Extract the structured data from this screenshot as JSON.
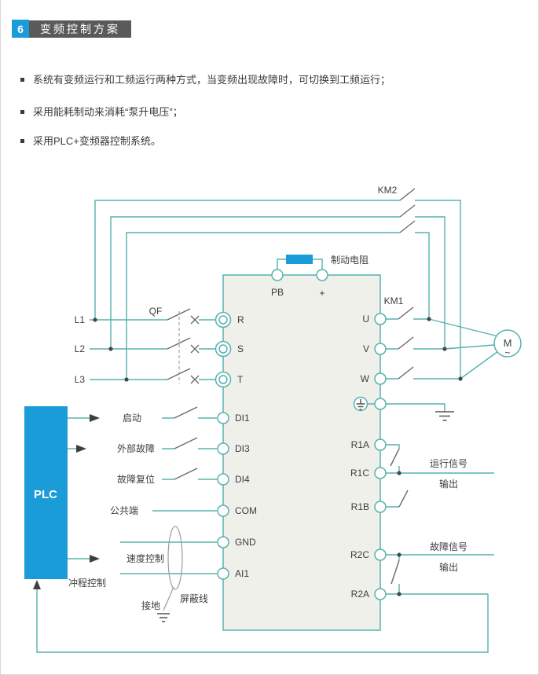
{
  "header": {
    "number": "6",
    "title": "变频控制方案"
  },
  "bullets": [
    "系统有变频运行和工频运行两种方式，当变频出现故障时，可切换到工频运行；",
    "采用能耗制动来消耗“泵升电压”；",
    "采用PLC+变频器控制系统。"
  ],
  "diagram": {
    "contactors": {
      "km2": "KM2",
      "km1": "KM1"
    },
    "breaker": "QF",
    "brake_resistor": "制动电阻",
    "supply_lines": [
      "L1",
      "L2",
      "L3"
    ],
    "inverter": {
      "top_terminals": [
        "PB",
        "+"
      ],
      "left_terminals": [
        "R",
        "S",
        "T",
        "DI1",
        "DI3",
        "DI4",
        "COM",
        "GND",
        "AI1"
      ],
      "right_terminals": [
        "U",
        "V",
        "W",
        "R1A",
        "R1C",
        "R1B",
        "R2C",
        "R2A"
      ]
    },
    "plc": "PLC",
    "inputs": {
      "start": "启动",
      "external_fault": "外部故障",
      "fault_reset": "故障复位",
      "common": "公共端",
      "speed_control": "速度控制",
      "stroke_control": "冲程控制"
    },
    "analog": {
      "ground": "接地",
      "shield": "屏蔽线"
    },
    "outputs": {
      "run_signal": [
        "运行信号",
        "输出"
      ],
      "fault_signal": [
        "故障信号",
        "输出"
      ]
    },
    "motor": {
      "label": "M",
      "symbol": "~"
    },
    "colors": {
      "wire": "#56b2ae",
      "accent_blue": "#199cd8",
      "header_bg": "#595a5c",
      "inverter_fill": "#eff0ea",
      "text": "#3d3d3d"
    }
  }
}
